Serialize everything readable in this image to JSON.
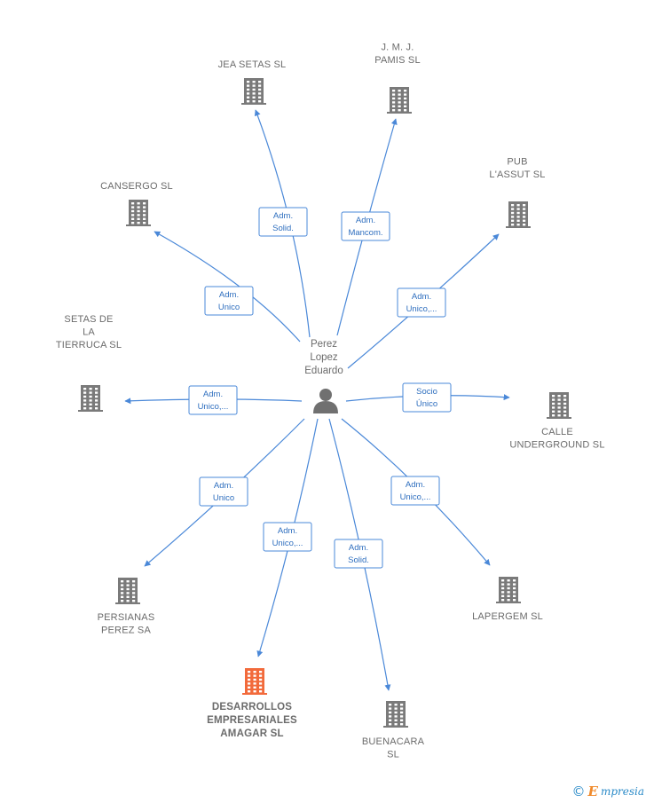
{
  "person": {
    "label_lines": [
      "Perez",
      "Lopez",
      "Eduardo"
    ]
  },
  "companies": [
    {
      "id": "jea-setas",
      "label_lines": [
        "JEA SETAS  SL"
      ],
      "main": false
    },
    {
      "id": "jmj-pamis",
      "label_lines": [
        "J.  M.  J.",
        "PAMIS SL"
      ],
      "main": false
    },
    {
      "id": "cansergo",
      "label_lines": [
        "CANSERGO  SL"
      ],
      "main": false
    },
    {
      "id": "pub-lassut",
      "label_lines": [
        "PUB",
        "L'ASSUT  SL"
      ],
      "main": false
    },
    {
      "id": "setas-tierruca",
      "label_lines": [
        "SETAS DE",
        "LA",
        "TIERRUCA  SL"
      ],
      "main": false
    },
    {
      "id": "calle-underground",
      "label_lines": [
        "CALLE",
        "UNDERGROUND SL"
      ],
      "main": false
    },
    {
      "id": "persianas-perez",
      "label_lines": [
        "PERSIANAS",
        "PEREZ SA"
      ],
      "main": false
    },
    {
      "id": "lapergem",
      "label_lines": [
        "LAPERGEM  SL"
      ],
      "main": false
    },
    {
      "id": "desarrollos-amagar",
      "label_lines": [
        "DESARROLLOS",
        "EMPRESARIALES",
        "AMAGAR  SL"
      ],
      "main": true
    },
    {
      "id": "buenacara",
      "label_lines": [
        "BUENACARA",
        "SL"
      ],
      "main": false
    }
  ],
  "relations": [
    {
      "to": "jea-setas",
      "role_lines": [
        "Adm.",
        "Solid."
      ]
    },
    {
      "to": "jmj-pamis",
      "role_lines": [
        "Adm.",
        "Mancom."
      ]
    },
    {
      "to": "cansergo",
      "role_lines": [
        "Adm.",
        "Unico"
      ]
    },
    {
      "to": "pub-lassut",
      "role_lines": [
        "Adm.",
        "Unico,..."
      ]
    },
    {
      "to": "setas-tierruca",
      "role_lines": [
        "Adm.",
        "Unico,..."
      ]
    },
    {
      "to": "calle-underground",
      "role_lines": [
        "Socio",
        "Único"
      ]
    },
    {
      "to": "persianas-perez",
      "role_lines": [
        "Adm.",
        "Unico"
      ]
    },
    {
      "to": "lapergem",
      "role_lines": [
        "Adm.",
        "Unico,..."
      ]
    },
    {
      "to": "desarrollos-amagar",
      "role_lines": [
        "Adm.",
        "Unico,..."
      ]
    },
    {
      "to": "buenacara",
      "role_lines": [
        "Adm.",
        "Solid."
      ]
    }
  ],
  "brand": {
    "copyright": "©",
    "initial": "E",
    "rest": "mpresia"
  },
  "colors": {
    "edge": "#4a88d8",
    "building": "#7a7a7a",
    "building_main": "#f26a3b",
    "person": "#707070"
  }
}
